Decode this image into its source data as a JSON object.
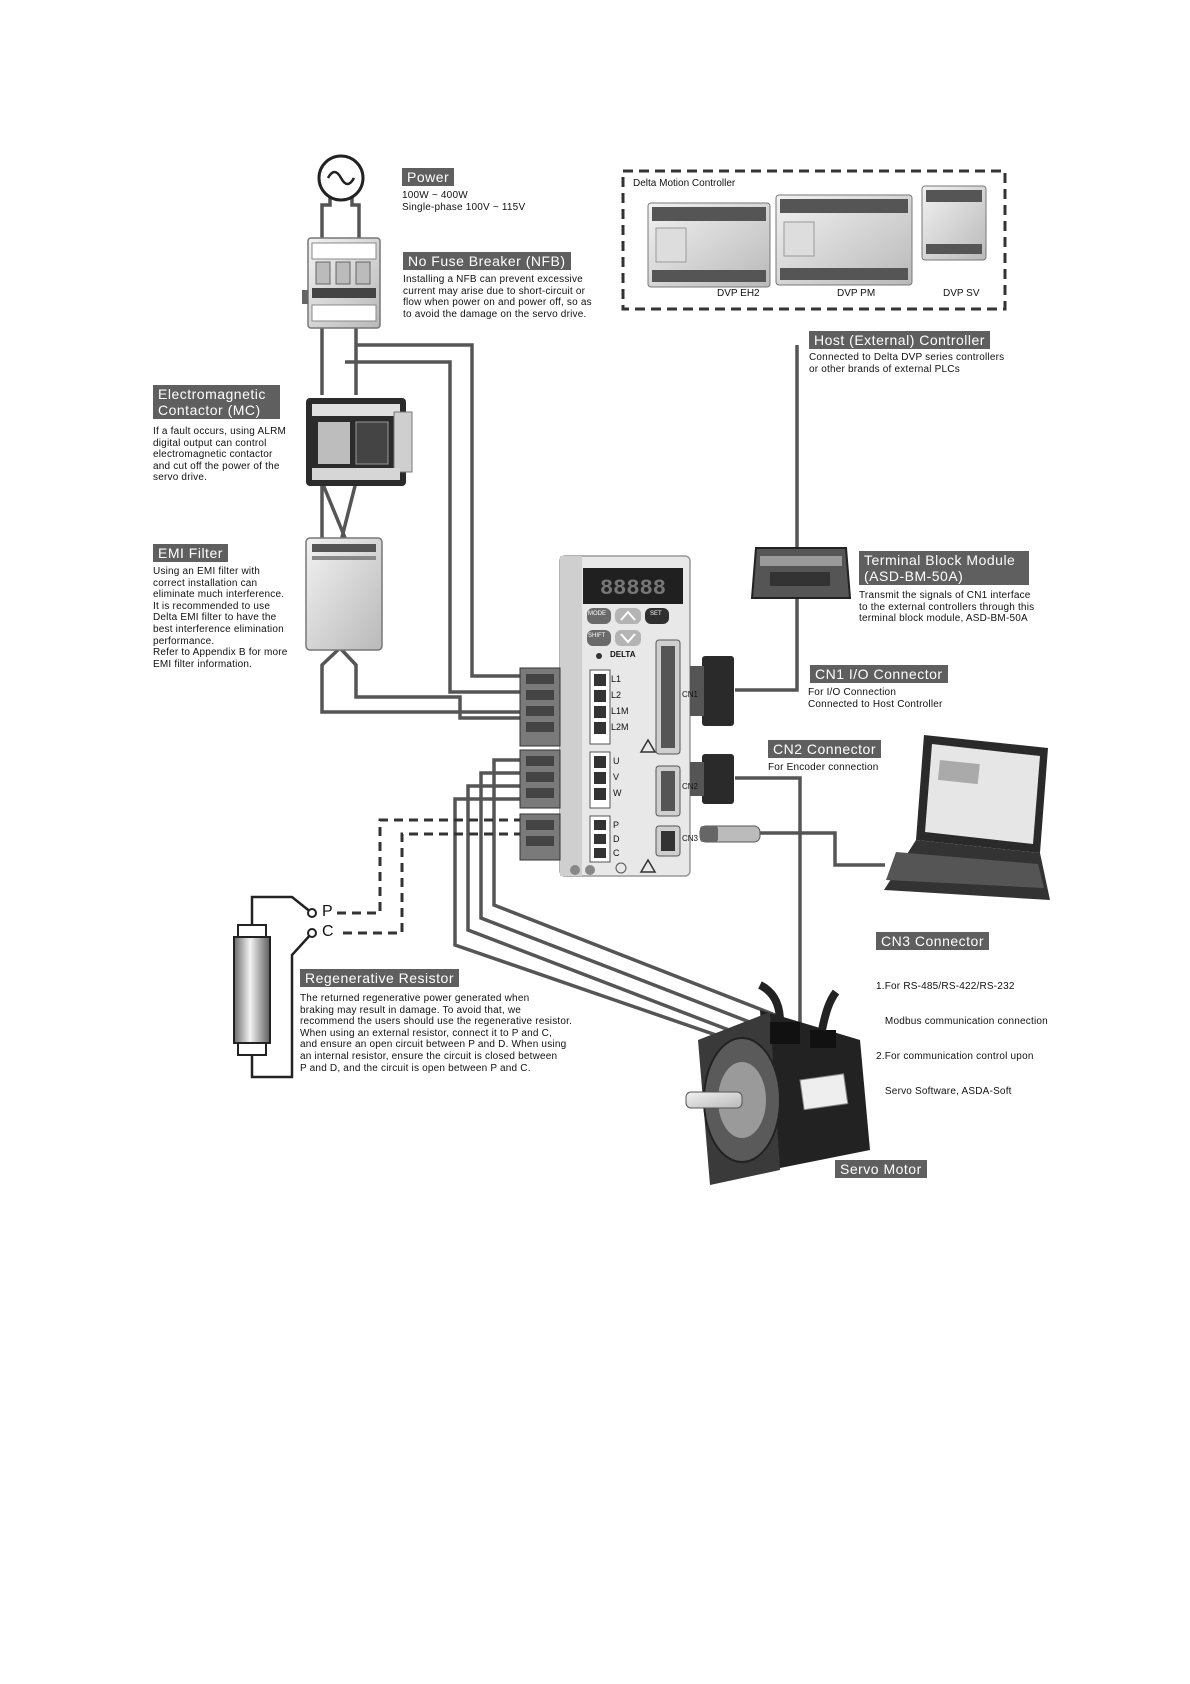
{
  "power": {
    "label": "Power",
    "lines": [
      "100W ~ 400W",
      "Single-phase 100V ~ 115V"
    ]
  },
  "nfb": {
    "label": "No Fuse Breaker (NFB)",
    "lines": [
      "Installing a NFB can prevent excessive",
      "current may arise due to short-circuit or",
      "flow when power on and power off, so as",
      "to avoid the damage on the servo drive."
    ]
  },
  "mc": {
    "label_line1": "Electromagnetic",
    "label_line2": "Contactor (MC)",
    "lines": [
      "If a fault occurs, using ALRM",
      "digital output can control",
      "electromagnetic contactor",
      "and cut off the power of the",
      "servo drive."
    ]
  },
  "emi": {
    "label": "EMI Filter",
    "lines": [
      "Using an EMI filter with",
      "correct installation can",
      "eliminate much interference.",
      "It is recommended to use",
      "Delta EMI filter to have the",
      "best interference elimination",
      "performance.",
      "Refer to Appendix B for more",
      "EMI filter information."
    ]
  },
  "motion_controller": {
    "title": "Delta Motion Controller",
    "models": [
      "DVP EH2",
      "DVP PM",
      "DVP SV"
    ]
  },
  "host": {
    "label": "Host (External) Controller",
    "lines": [
      "Connected to Delta DVP series controllers",
      "or other brands of external PLCs"
    ]
  },
  "terminal_block": {
    "label_line1": "Terminal Block Module",
    "label_line2": "(ASD-BM-50A)",
    "lines": [
      "Transmit the signals of CN1 interface",
      "to the external controllers through this",
      "terminal block module, ASD-BM-50A"
    ]
  },
  "cn1": {
    "label": "CN1 I/O Connector",
    "lines": [
      "For I/O Connection",
      "Connected to Host Controller"
    ]
  },
  "cn2": {
    "label": "CN2 Connector",
    "lines": [
      "For Encoder connection"
    ]
  },
  "cn3": {
    "label": "CN3 Connector",
    "lines": [
      "1.For RS-485/RS-422/RS-232",
      "   Modbus communication connection",
      "2.For communication control upon",
      "   Servo Software, ASDA-Soft"
    ]
  },
  "regen": {
    "label": "Regenerative Resistor",
    "lines": [
      "The returned regenerative power generated when",
      "braking may result in damage. To avoid that, we",
      "recommend the users should use the regenerative resistor.",
      "When using an external resistor, connect it to P and C,",
      "and ensure an open circuit between P and D. When using",
      "an internal resistor, ensure the circuit is closed between",
      "P and D, and the circuit is open between P and C."
    ],
    "terminal_p": "P",
    "terminal_c": "C"
  },
  "servo_motor": {
    "label": "Servo Motor"
  },
  "drive": {
    "buttons": [
      "MODE",
      "SET",
      "SHIFT"
    ],
    "brand": "DELTA",
    "power_pins": [
      "L1",
      "L2",
      "L1M",
      "L2M"
    ],
    "motor_pins": [
      "U",
      "V",
      "W"
    ],
    "regen_pins": [
      "P",
      "D",
      "C"
    ],
    "ports": [
      "CN1",
      "CN2",
      "CN3"
    ]
  },
  "colors": {
    "label_bg": "#5f5f5f",
    "wire": "#5a5a5a",
    "device": "#d8d8d8"
  }
}
